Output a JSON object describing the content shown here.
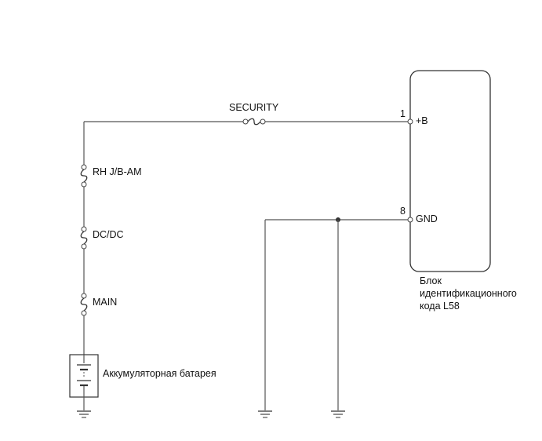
{
  "fuses": {
    "security": "SECURITY",
    "rh_jb_am": "RH J/B-AM",
    "dc_dc": "DC/DC",
    "main": "MAIN"
  },
  "battery": {
    "label": "Аккумуляторная батарея"
  },
  "ecu": {
    "name_line1": "Блок",
    "name_line2": "идентификационного",
    "name_line3": "кода L58",
    "pins": [
      {
        "number": "1",
        "name": "+B"
      },
      {
        "number": "8",
        "name": "GND"
      }
    ]
  },
  "colors": {
    "wire": "#555555",
    "outline": "#333333"
  }
}
